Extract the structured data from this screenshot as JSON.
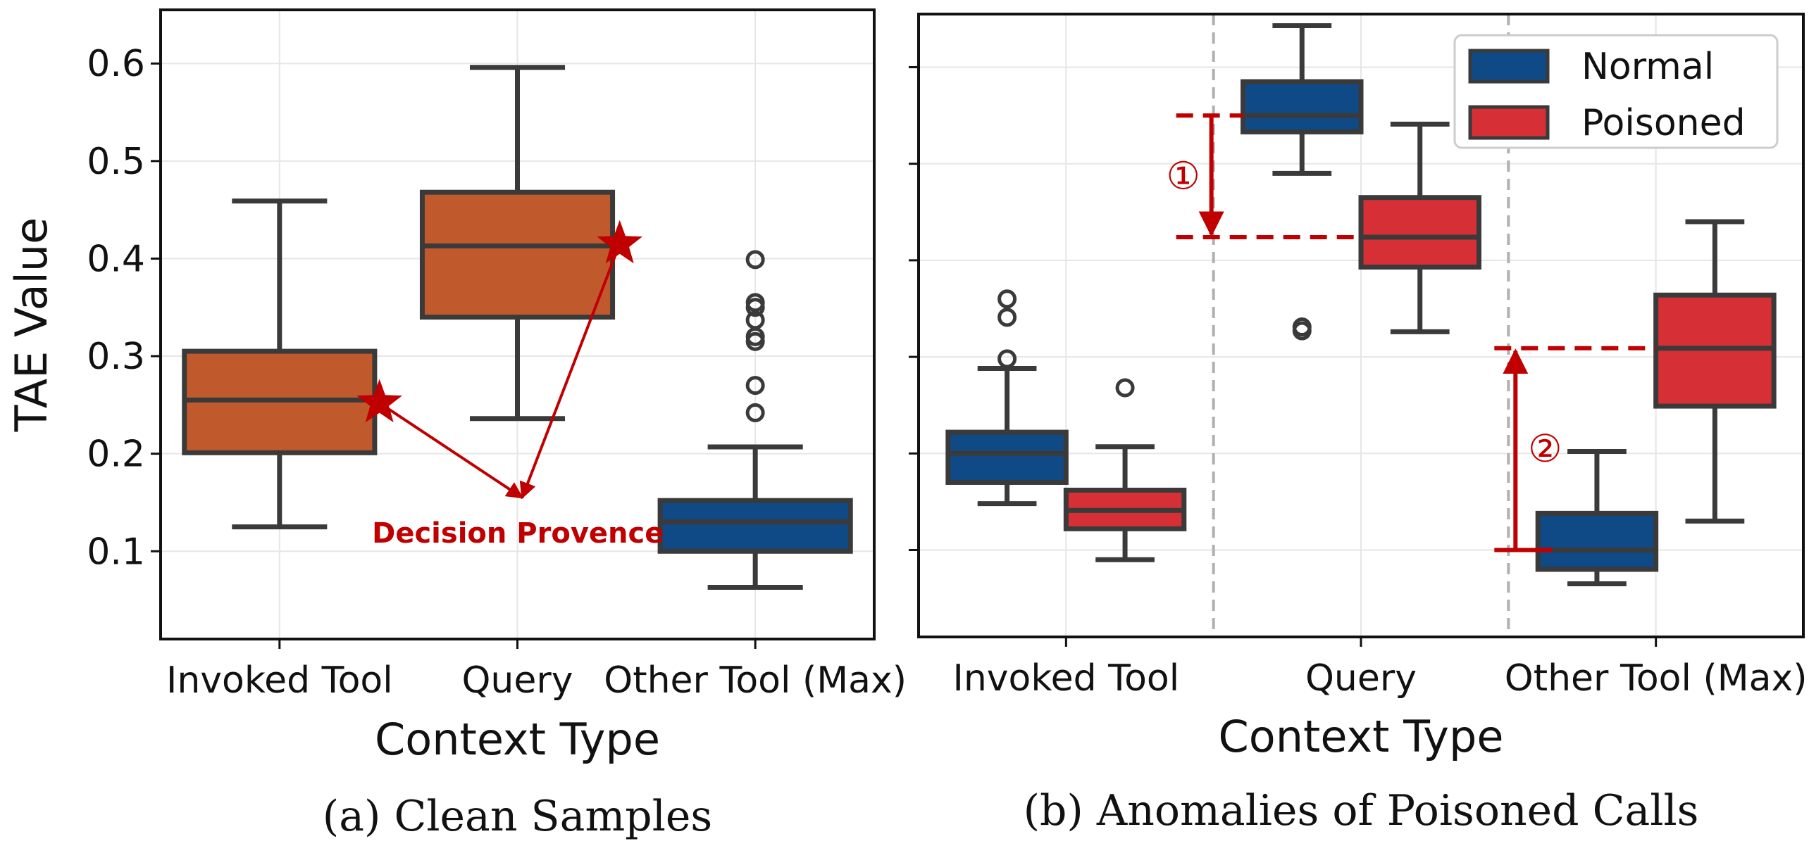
{
  "chart_data": [
    {
      "type": "box",
      "panel": "a",
      "caption": "(a) Clean Samples",
      "xlabel": "Context Type",
      "ylabel": "TAE Value",
      "ylim": [
        0.01,
        0.655
      ],
      "yticks": [
        0.1,
        0.2,
        0.3,
        0.4,
        0.5,
        0.6
      ],
      "ytick_labels": [
        "0.1",
        "0.2",
        "0.3",
        "0.4",
        "0.5",
        "0.6"
      ],
      "grid": true,
      "categories": [
        "Invoked Tool",
        "Query",
        "Other Tool (Max)"
      ],
      "boxes": [
        {
          "category": "Invoked Tool",
          "whisker_low": 0.125,
          "q1": 0.201,
          "median": 0.255,
          "q3": 0.305,
          "whisker_high": 0.459,
          "outliers": [],
          "color": "#c05a2c"
        },
        {
          "category": "Query",
          "whisker_low": 0.236,
          "q1": 0.34,
          "median": 0.413,
          "q3": 0.468,
          "whisker_high": 0.596,
          "outliers": [],
          "color": "#c05a2c"
        },
        {
          "category": "Other Tool (Max)",
          "whisker_low": 0.063,
          "q1": 0.1,
          "median": 0.13,
          "q3": 0.152,
          "whisker_high": 0.207,
          "outliers": [
            0.242,
            0.27,
            0.315,
            0.32,
            0.337,
            0.35,
            0.355,
            0.399
          ],
          "color": "#0f4a86"
        }
      ],
      "annotation": {
        "text": "Decision Provence",
        "color": "#c00000",
        "target": {
          "x_position": 1.02,
          "y": 0.155
        },
        "stars": [
          {
            "x_position": 0.42,
            "y": 0.252
          },
          {
            "x_position": 1.43,
            "y": 0.415
          }
        ]
      }
    },
    {
      "type": "box",
      "panel": "b",
      "caption": "(b) Anomalies of Poisoned Calls",
      "xlabel": "Context Type",
      "ylabel": "",
      "ylim": [
        0.01,
        0.655
      ],
      "yticks": [
        0.1,
        0.2,
        0.3,
        0.4,
        0.5,
        0.6
      ],
      "grid": true,
      "categories": [
        "Invoked Tool",
        "Query",
        "Other Tool (Max)"
      ],
      "legend": {
        "position": "top-right",
        "entries": [
          "Normal",
          "Poisoned"
        ]
      },
      "series": [
        {
          "name": "Normal",
          "color": "#0f4a86",
          "boxes": [
            {
              "category": "Invoked Tool",
              "whisker_low": 0.148,
              "q1": 0.17,
              "median": 0.2,
              "q3": 0.222,
              "whisker_high": 0.288,
              "outliers": [
                0.298,
                0.341,
                0.36
              ]
            },
            {
              "category": "Query",
              "whisker_low": 0.49,
              "q1": 0.533,
              "median": 0.55,
              "q3": 0.585,
              "whisker_high": 0.643,
              "outliers": [
                0.327,
                0.331
              ]
            },
            {
              "category": "Other Tool (Max)",
              "whisker_low": 0.065,
              "q1": 0.08,
              "median": 0.1,
              "q3": 0.138,
              "whisker_high": 0.202,
              "outliers": []
            }
          ]
        },
        {
          "name": "Poisoned",
          "color": "#d63036",
          "boxes": [
            {
              "category": "Invoked Tool",
              "whisker_low": 0.09,
              "q1": 0.122,
              "median": 0.141,
              "q3": 0.162,
              "whisker_high": 0.207,
              "outliers": [
                0.268
              ]
            },
            {
              "category": "Query",
              "whisker_low": 0.326,
              "q1": 0.393,
              "median": 0.424,
              "q3": 0.465,
              "whisker_high": 0.541,
              "outliers": []
            },
            {
              "category": "Other Tool (Max)",
              "whisker_low": 0.13,
              "q1": 0.249,
              "median": 0.309,
              "q3": 0.364,
              "whisker_high": 0.44,
              "outliers": []
            }
          ]
        }
      ],
      "annotations": [
        {
          "label": "①",
          "color": "#c00000",
          "from": 0.55,
          "to": 0.424,
          "between": [
            "Invoked Tool",
            "Query"
          ]
        },
        {
          "label": "②",
          "color": "#c00000",
          "from": 0.1,
          "to": 0.309,
          "between": [
            "Query",
            "Other Tool (Max)"
          ]
        }
      ]
    }
  ]
}
